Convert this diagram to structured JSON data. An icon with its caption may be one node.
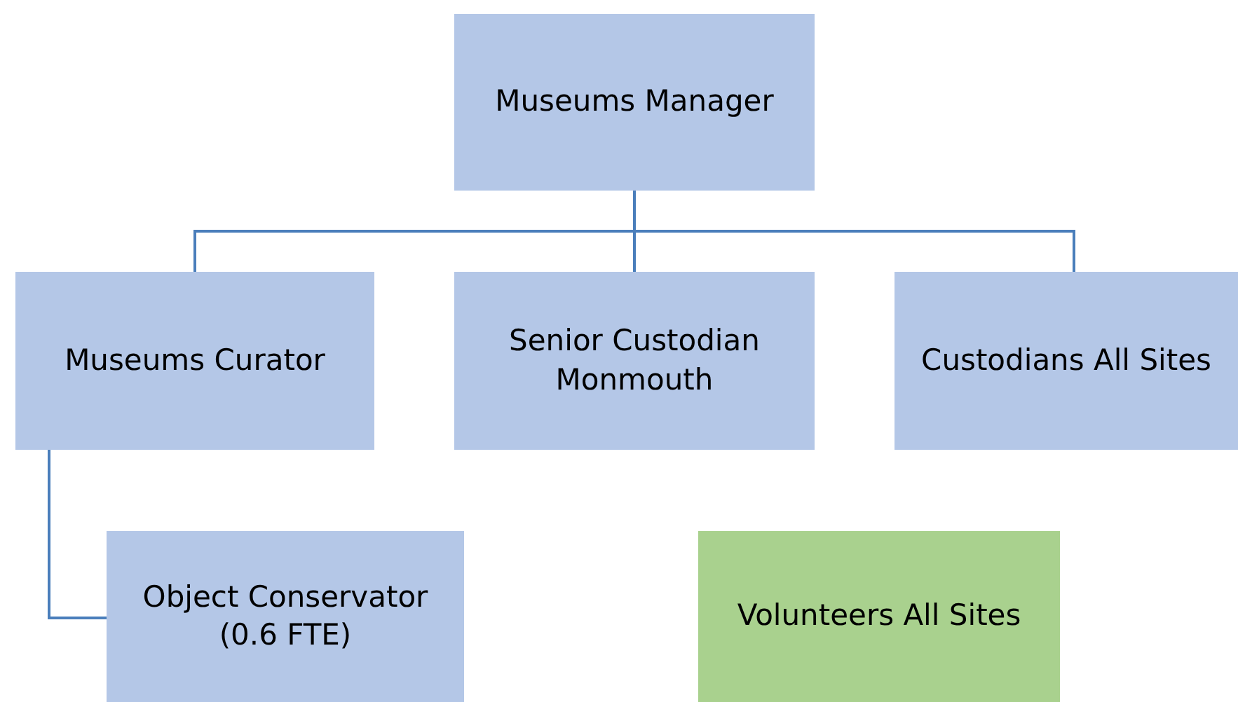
{
  "diagram": {
    "nodes": [
      {
        "text": [
          "Museums Manager"
        ]
      },
      {
        "text": [
          "Museums Curator"
        ]
      },
      {
        "text": [
          "Senior Custodian Monmouth"
        ]
      },
      {
        "text": [
          "Custodians All Sites"
        ]
      },
      {
        "text": [
          "Object Conservator (0.6 FTE)"
        ]
      },
      {
        "text": [
          "Volunteers All Sites"
        ]
      }
    ],
    "edges": [
      {
        "from": 0,
        "to": 1,
        "arrow": "none"
      },
      {
        "from": 0,
        "to": 2,
        "arrow": "none"
      },
      {
        "from": 0,
        "to": 3,
        "arrow": "none"
      },
      {
        "from": 1,
        "to": 4,
        "arrow": "none"
      }
    ]
  }
}
